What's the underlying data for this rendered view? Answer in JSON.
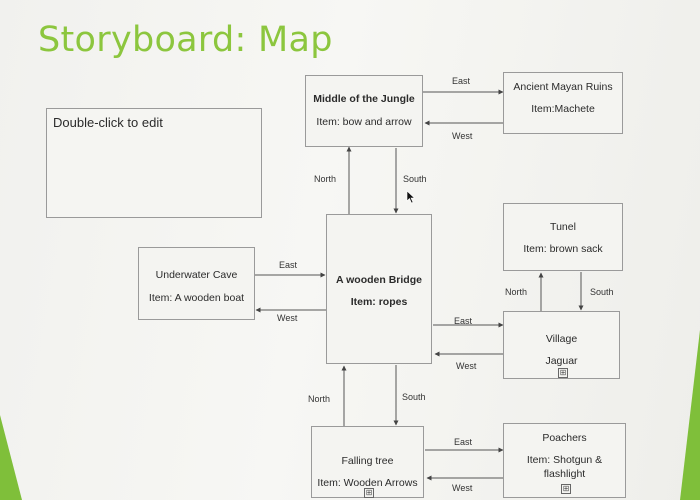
{
  "title": "Storyboard: Map",
  "placeholder": {
    "text": "Double-click to edit"
  },
  "nodes": {
    "jungle": {
      "name": "Middle of the Jungle",
      "item": "Item: bow and arrow"
    },
    "ruins": {
      "name": "Ancient Mayan Ruins",
      "item": "Item:Machete"
    },
    "tunel": {
      "name": "Tunel",
      "item": "Item: brown sack"
    },
    "bridge": {
      "name": "A wooden Bridge",
      "item": "Item: ropes"
    },
    "cave": {
      "name": "Underwater Cave",
      "item": "Item: A wooden boat"
    },
    "village": {
      "name": "Village",
      "item": "Jaguar"
    },
    "tree": {
      "name": "Falling tree",
      "item": "Item: Wooden Arrows"
    },
    "poachers": {
      "name": "Poachers",
      "item_line1": "Item: Shotgun &",
      "item_line2": "flashlight"
    }
  },
  "edges": {
    "jungle_ruins_east": "East",
    "ruins_jungle_west": "West",
    "jungle_bridge_north": "North",
    "jungle_bridge_south": "South",
    "cave_bridge_east": "East",
    "bridge_cave_west": "West",
    "tunel_village_north": "North",
    "tunel_village_south": "South",
    "bridge_village_east": "East",
    "village_bridge_west": "West",
    "bridge_tree_north": "North",
    "bridge_tree_south": "South",
    "tree_poachers_east": "East",
    "poachers_tree_west": "West"
  },
  "icons": {
    "expand": "⊞"
  }
}
